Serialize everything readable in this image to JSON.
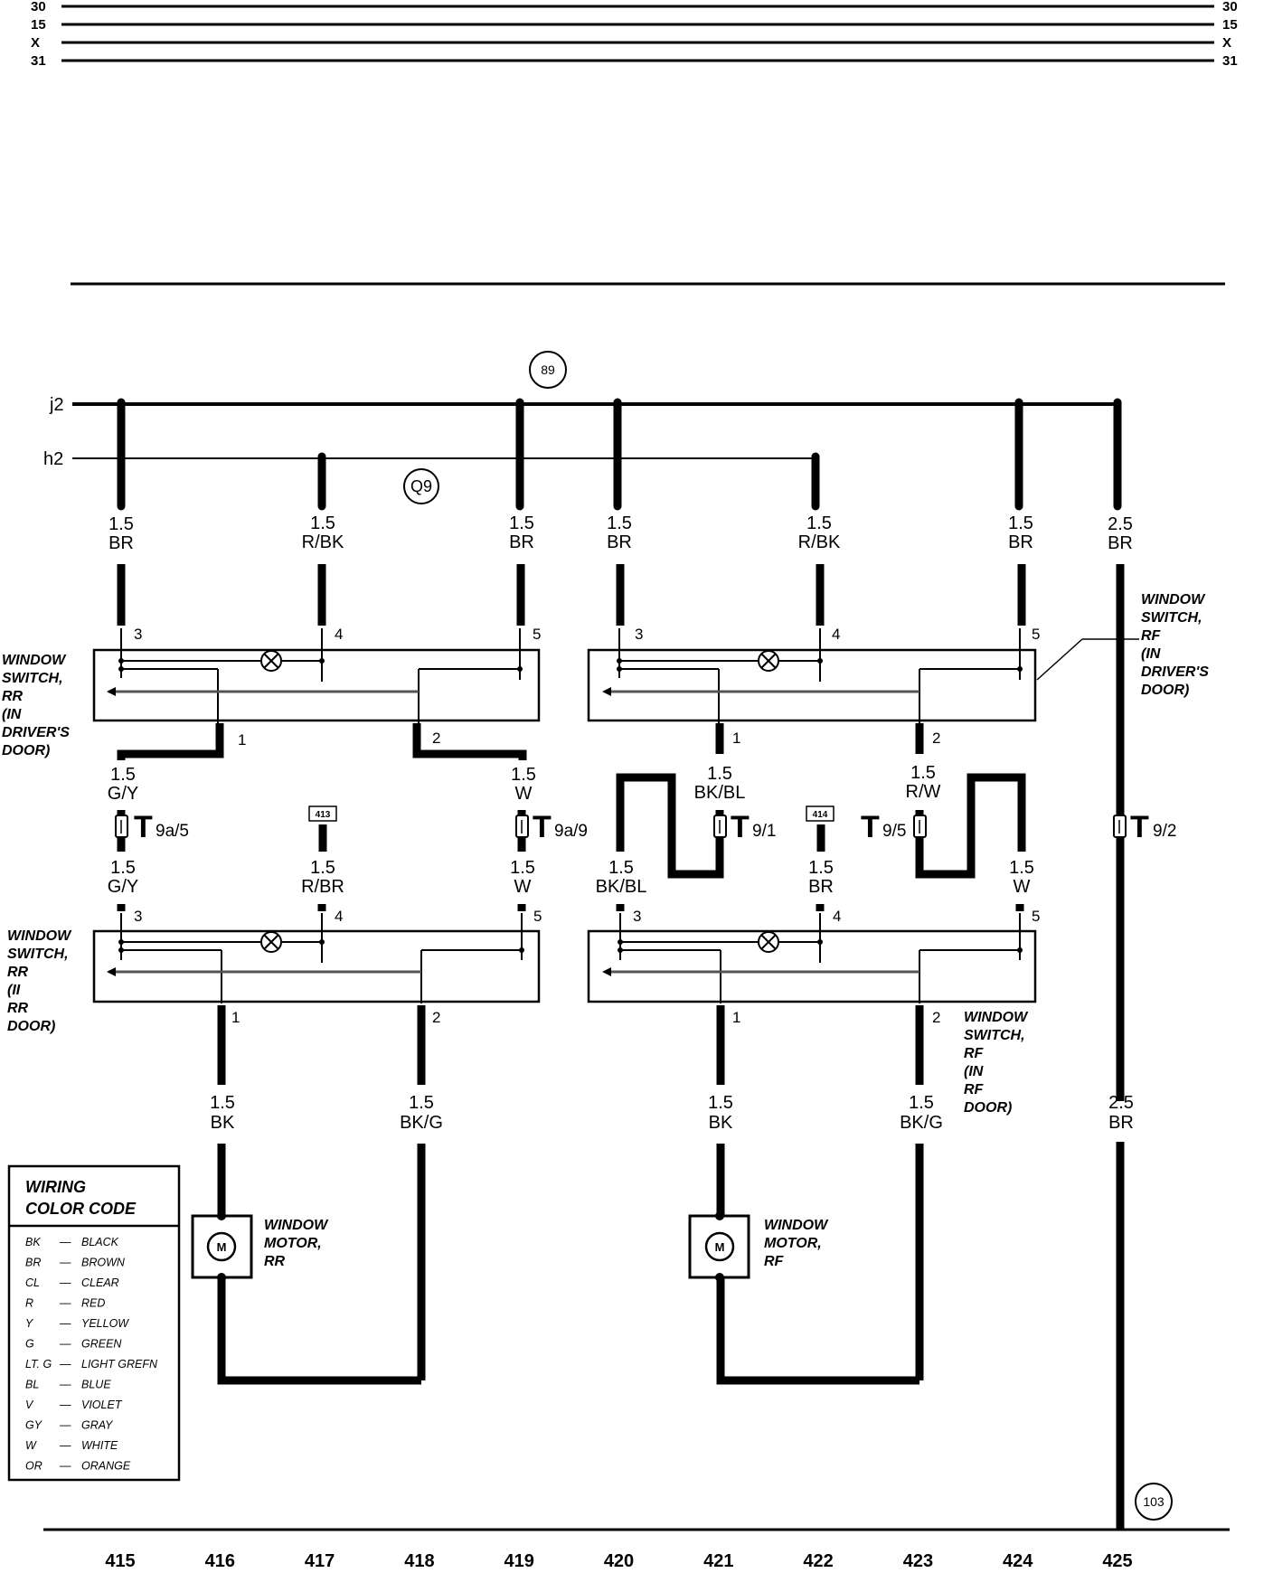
{
  "bus_lines": [
    {
      "label_left": "30",
      "label_right": "30"
    },
    {
      "label_left": "15",
      "label_right": "15"
    },
    {
      "label_left": "X",
      "label_right": "X"
    },
    {
      "label_left": "31",
      "label_right": "31"
    }
  ],
  "buses": {
    "j2": "j2",
    "h2": "h2"
  },
  "ref_circles": {
    "top": "89",
    "q9": "Q9",
    "bottom": "103"
  },
  "wire_labels": {
    "top": [
      {
        "g": "1.5",
        "c": "BR"
      },
      {
        "g": "1.5",
        "c": "R/BK"
      },
      {
        "g": "1.5",
        "c": "BR"
      },
      {
        "g": "1.5",
        "c": "BR"
      },
      {
        "g": "1.5",
        "c": "R/BK"
      },
      {
        "g": "1.5",
        "c": "BR"
      },
      {
        "g": "2.5",
        "c": "BR"
      }
    ],
    "middle": [
      {
        "g": "1.5",
        "c": "G/Y"
      },
      {
        "g": "1.5",
        "c": "W"
      },
      {
        "g": "1.5",
        "c": "BK/BL"
      },
      {
        "g": "1.5",
        "c": "R/W"
      }
    ],
    "lower": [
      {
        "g": "1.5",
        "c": "G/Y"
      },
      {
        "g": "1.5",
        "c": "R/BR"
      },
      {
        "g": "1.5",
        "c": "W"
      },
      {
        "g": "1.5",
        "c": "BK/BL"
      },
      {
        "g": "1.5",
        "c": "BR"
      },
      {
        "g": "1.5",
        "c": "W"
      }
    ],
    "bottom": [
      {
        "g": "1.5",
        "c": "BK"
      },
      {
        "g": "1.5",
        "c": "BK/G"
      },
      {
        "g": "1.5",
        "c": "BK"
      },
      {
        "g": "1.5",
        "c": "BK/G"
      },
      {
        "g": "2.5",
        "c": "BR"
      }
    ]
  },
  "pins": [
    "3",
    "4",
    "5",
    "1",
    "2"
  ],
  "connectors": [
    {
      "main": "T",
      "sub": "9a/5"
    },
    {
      "main": "T",
      "sub": "9a/9"
    },
    {
      "main": "T",
      "sub": "9/1"
    },
    {
      "main": "T",
      "sub": "9/5"
    },
    {
      "main": "T",
      "sub": "9/2"
    }
  ],
  "boxes": [
    "413",
    "414"
  ],
  "components": {
    "sw_rr_driver": [
      "WINDOW",
      "SWITCH,",
      "RR",
      "(IN",
      "DRIVER'S",
      "DOOR)"
    ],
    "sw_rf_driver": [
      "WINDOW",
      "SWITCH,",
      "RF",
      "(IN",
      "DRIVER'S",
      "DOOR)"
    ],
    "sw_rr_door": [
      "WINDOW",
      "SWITCH,",
      "RR",
      "(II",
      "RR",
      "DOOR)"
    ],
    "sw_rf_door": [
      "WINDOW",
      "SWITCH,",
      "RF",
      "(IN",
      "RF",
      "DOOR)"
    ],
    "motor_rr": [
      "WINDOW",
      "MOTOR,",
      "RR"
    ],
    "motor_rf": [
      "WINDOW",
      "MOTOR,",
      "RF"
    ],
    "motor_symbol": "M"
  },
  "legend": {
    "title": [
      "WIRING",
      "COLOR CODE"
    ],
    "entries": [
      {
        "code": "BK",
        "dash": "—",
        "name": "BLACK"
      },
      {
        "code": "BR",
        "dash": "—",
        "name": "BROWN"
      },
      {
        "code": "CL",
        "dash": "—",
        "name": "CLEAR"
      },
      {
        "code": "R",
        "dash": "—",
        "name": "RED"
      },
      {
        "code": "Y",
        "dash": "—",
        "name": "YELLOW"
      },
      {
        "code": "G",
        "dash": "—",
        "name": "GREEN"
      },
      {
        "code": "LT. G",
        "dash": "—",
        "name": "LIGHT GREFN"
      },
      {
        "code": "BL",
        "dash": "—",
        "name": "BLUE"
      },
      {
        "code": "V",
        "dash": "—",
        "name": "VIOLET"
      },
      {
        "code": "GY",
        "dash": "—",
        "name": "GRAY"
      },
      {
        "code": "W",
        "dash": "—",
        "name": "WHITE"
      },
      {
        "code": "OR",
        "dash": "—",
        "name": "ORANGE"
      }
    ]
  },
  "grid_numbers": [
    "415",
    "416",
    "417",
    "418",
    "419",
    "420",
    "421",
    "422",
    "423",
    "424",
    "425"
  ]
}
